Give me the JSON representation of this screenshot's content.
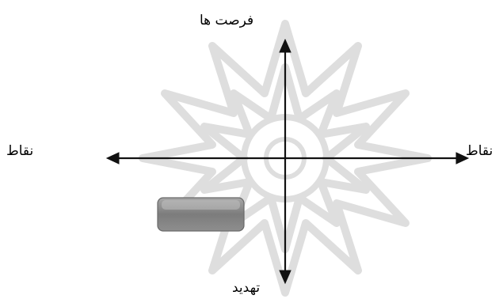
{
  "labels": {
    "top": "فرصت ها",
    "left": "نقاط",
    "right": "نقاط",
    "bottom": "تهدید"
  },
  "colors": {
    "axis": "#111111",
    "watermark": "#dcdcdc",
    "box_fill_top": "#9a9a9a",
    "box_fill_bottom": "#6e6e6e"
  },
  "icons": {
    "watermark": "islamic-star-rosette-icon"
  }
}
